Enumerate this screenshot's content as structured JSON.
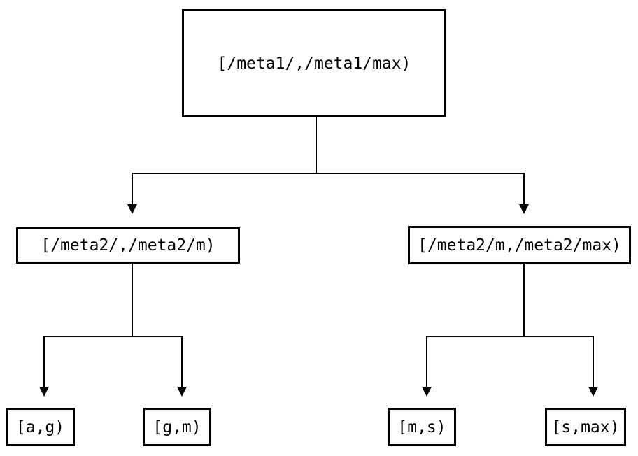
{
  "diagram": {
    "type": "binary-interval-tree",
    "colors": {
      "background": "#ffffff",
      "line": "#000000",
      "text": "#000000"
    },
    "tree": {
      "root": {
        "label": "[/meta1/,/meta1/max)"
      },
      "children": [
        {
          "label": "[/meta2/,/meta2/m)",
          "children": [
            {
              "label": "[a,g)"
            },
            {
              "label": "[g,m)"
            }
          ]
        },
        {
          "label": "[/meta2/m,/meta2/max)",
          "children": [
            {
              "label": "[m,s)"
            },
            {
              "label": "[s,max)"
            }
          ]
        }
      ]
    }
  }
}
